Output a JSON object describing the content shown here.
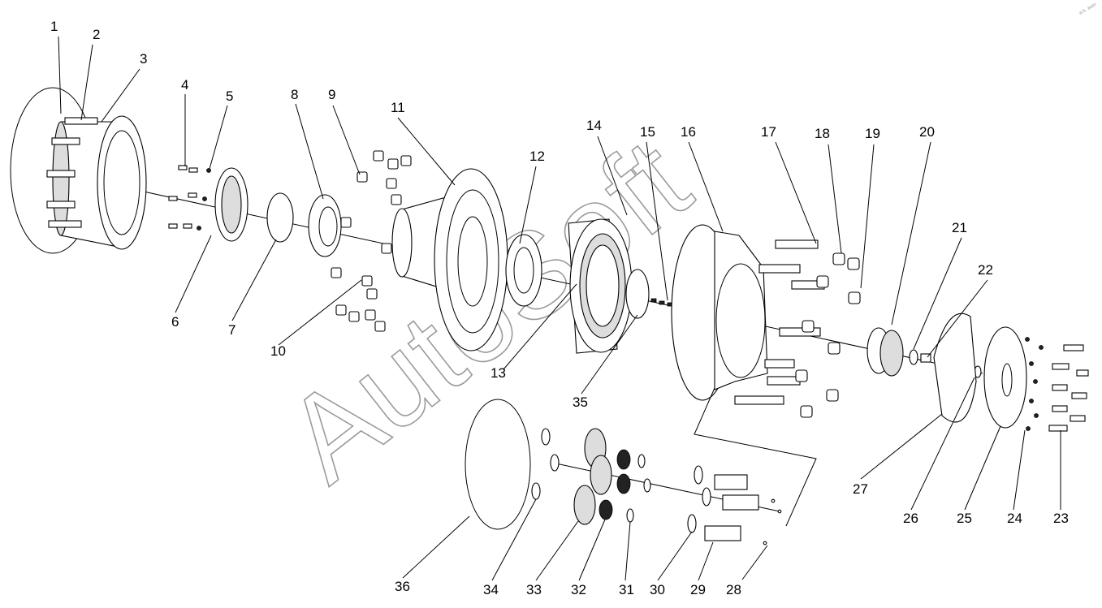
{
  "watermark": "AutoSoft",
  "corner_mark": "a.b. auto",
  "callouts": [
    "1",
    "2",
    "3",
    "4",
    "5",
    "6",
    "7",
    "8",
    "9",
    "10",
    "11",
    "12",
    "13",
    "14",
    "15",
    "16",
    "17",
    "18",
    "19",
    "20",
    "21",
    "22",
    "23",
    "24",
    "25",
    "26",
    "27",
    "28",
    "29",
    "30",
    "31",
    "32",
    "33",
    "34",
    "35",
    "36"
  ]
}
